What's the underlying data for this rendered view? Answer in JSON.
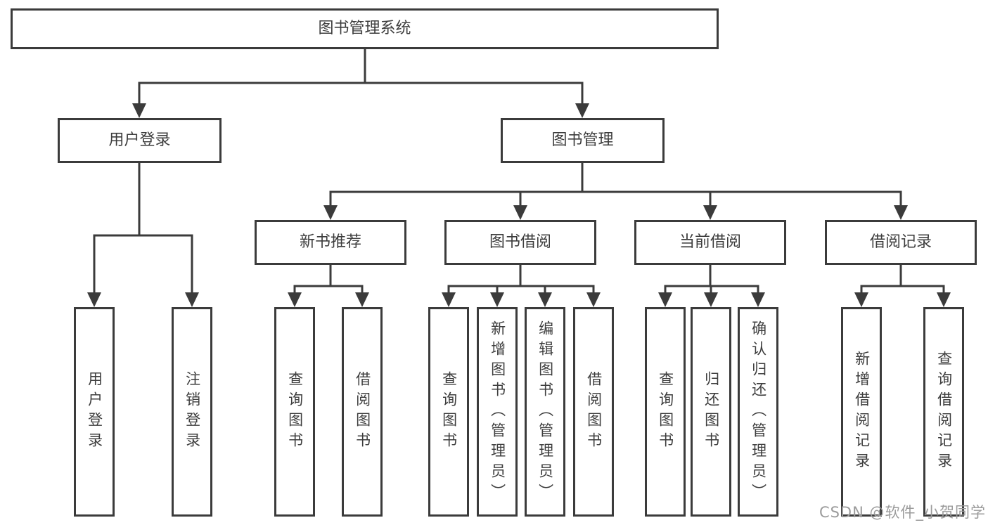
{
  "diagram": {
    "root": "图书管理系统",
    "level2": [
      "用户登录",
      "图书管理"
    ],
    "level3": [
      "新书推荐",
      "图书借阅",
      "当前借阅",
      "借阅记录"
    ],
    "leaves": [
      "用户登录",
      "注销登录",
      "查询图书",
      "借阅图书",
      "查询图书",
      "新增图书（管理员）",
      "编辑图书（管理员）",
      "借阅图书",
      "查询图书",
      "归还图书",
      "确认归还（管理员）",
      "新增借阅记录",
      "查询借阅记录"
    ]
  },
  "watermark": "CSDN @软件_小贺同学",
  "colors": {
    "line": "#3b3b3b",
    "text": "#3d3d3d",
    "watermark": "#9b9b9b",
    "background": "#ffffff"
  }
}
